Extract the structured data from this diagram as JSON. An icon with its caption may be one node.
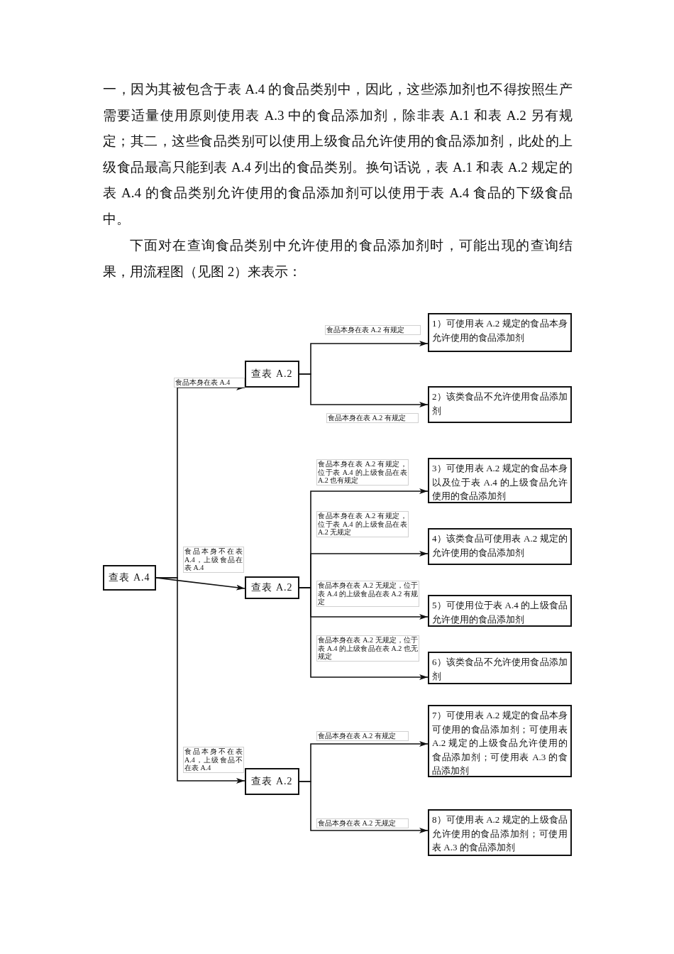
{
  "diagram": {
    "nodes": [
      {
        "text": [
          "查表 A.4"
        ]
      },
      {
        "text": [
          "查表 A.2"
        ]
      },
      {
        "text": [
          "查表 A.2"
        ]
      },
      {
        "text": [
          "查表 A.2"
        ]
      },
      {
        "text": [
          "1）可使用表 A.2 规定的食品本身允许使用的食品添加剂"
        ]
      },
      {
        "text": [
          "2）该类食品不允许使用食品添加剂"
        ]
      },
      {
        "text": [
          "3）可使用表 A.2 规定的食品本身以及位于表 A.4 的上级食品允许使用的食品添加剂"
        ]
      },
      {
        "text": [
          "4）该类食品可使用表 A.2 规定的允许使用的食品添加剂"
        ]
      },
      {
        "text": [
          "5）可使用位于表 A.4 的上级食品允许使用的食品添加剂"
        ]
      },
      {
        "text": [
          "6）该类食品不允许使用食品添加剂"
        ]
      },
      {
        "text": [
          "7）可使用表 A.2 规定的食品本身可使用的食品添加剂；可使用表 A.2 规定的上级食品允许使用的食品添加剂；可使用表 A.3 的食品添加剂"
        ]
      },
      {
        "text": [
          "8）可使用表 A.2 规定的上级食品允许使用的食品添加剂；可使用表 A.3 的食品添加剂"
        ]
      }
    ],
    "edges": [
      {
        "from": 0,
        "to": 1,
        "arrow": "to",
        "label": "食品本身在表 A.4"
      },
      {
        "from": 0,
        "to": 2,
        "arrow": "to",
        "label": "食品本身不在表 A.4，上级食品在表 A.4"
      },
      {
        "from": 0,
        "to": 3,
        "arrow": "to",
        "label": "食品本身不在表 A.4，上级食品不在表 A.4"
      },
      {
        "from": 1,
        "to": 4,
        "arrow": "to",
        "label": "食品本身在表 A.2 有规定"
      },
      {
        "from": 1,
        "to": 5,
        "arrow": "to",
        "label": "食品本身在表 A.2 有规定"
      },
      {
        "from": 2,
        "to": 6,
        "arrow": "to",
        "label": "食品本身在表 A.2 有规定，位于表 A.4 的上级食品在表 A.2 也有规定"
      },
      {
        "from": 2,
        "to": 7,
        "arrow": "to",
        "label": "食品本身在表 A.2 有规定，位于表 A.4 的上级食品在表 A.2 无规定"
      },
      {
        "from": 2,
        "to": 8,
        "arrow": "to",
        "label": "食品本身在表 A.2 无规定，位于表 A.4 的上级食品在表 A.2 有规定"
      },
      {
        "from": 2,
        "to": 9,
        "arrow": "to",
        "label": "食品本身在表 A.2 无规定，位于表 A.4 的上级食品在表 A.2 也无规定"
      },
      {
        "from": 3,
        "to": 10,
        "arrow": "to",
        "label": "食品本身在表 A.2 有规定"
      },
      {
        "from": 3,
        "to": 11,
        "arrow": "to",
        "label": "食品本身在表 A.2 无规定"
      }
    ],
    "labels": [
      "一，因为其被包含于表 A.4 的食品类别中，因此，这些添加剂也不得按照生产需要适量使用原则使用表 A.3 中的食品添加剂，除非表 A.1 和表 A.2 另有规定；其二，这些食品类别可以使用上级食品允许使用的食品添加剂，此处的上级食品最高只能到表 A.4 列出的食品类别。换句话说，表 A.1 和表 A.2 规定的表 A.4 的食品类别允许使用的食品添加剂可以使用于表 A.4 食品的下级食品中。",
      "下面对在查询食品类别中允许使用的食品添加剂时，可能出现的查询结果，用流程图（见图 2）来表示："
    ]
  }
}
